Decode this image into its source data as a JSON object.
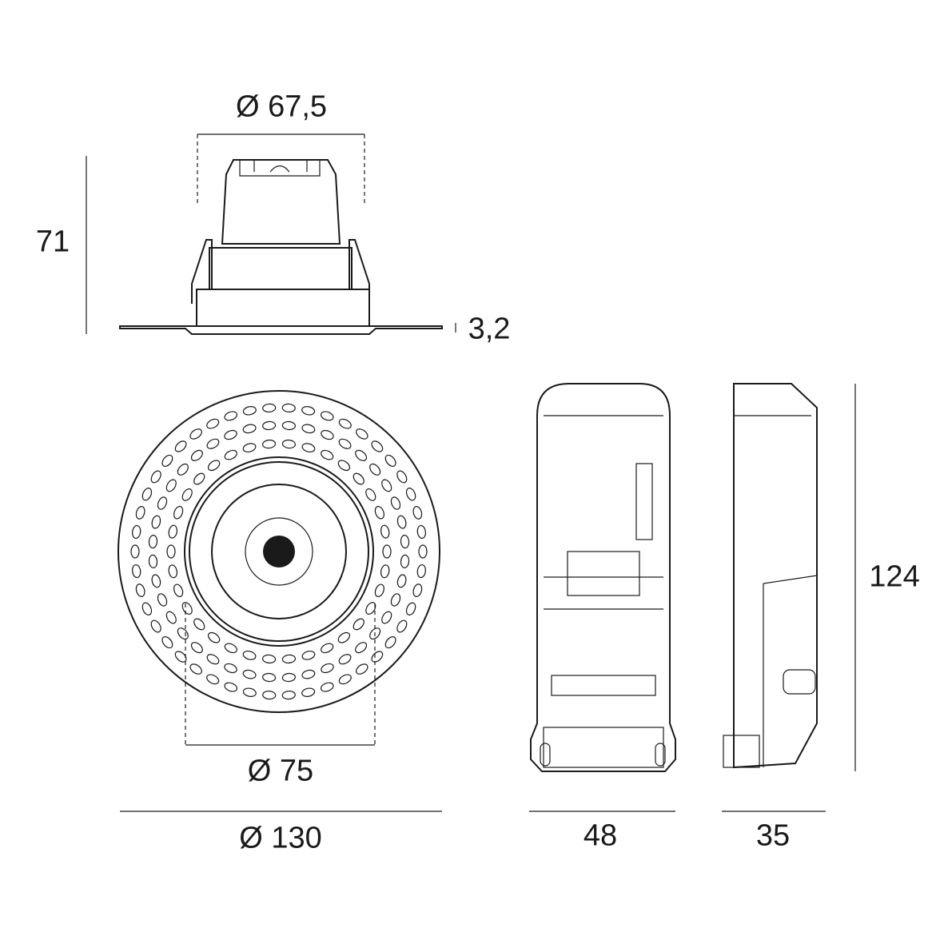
{
  "dimensions": {
    "top_diameter": "Ø 67,5",
    "height": "71",
    "flange_thickness": "3,2",
    "cutout_diameter": "Ø 75",
    "outer_diameter": "Ø 130",
    "driver_width": "48",
    "driver_depth": "35",
    "driver_height": "124"
  },
  "colors": {
    "line": "#1a1a1a",
    "background": "#ffffff"
  }
}
